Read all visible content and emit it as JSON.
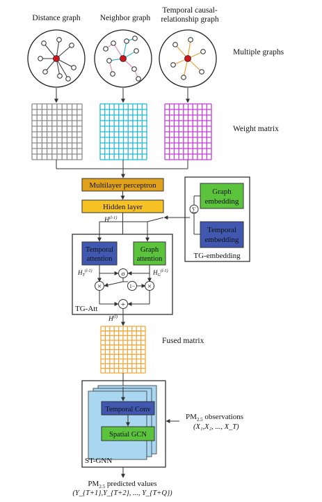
{
  "graphs": {
    "distance_title": "Distance graph",
    "neighbor_title": "Neighbor graph",
    "temporal_title_line1": "Temporal causal-",
    "temporal_title_line2": "relationship graph",
    "multiple_label": "Multiple graphs"
  },
  "matrices": {
    "weight_label": "Weight matrix",
    "fused_label": "Fused matrix"
  },
  "mlp": {
    "multilayer_label": "Multilayer perceptron",
    "hidden_label": "Hidden layer"
  },
  "tg_embedding": {
    "graph_line1": "Graph",
    "graph_line2": "embedding",
    "temporal_line1": "Temporal",
    "temporal_line2": "embedding",
    "box_label": "TG-embedding"
  },
  "tg_att": {
    "h_input": "H",
    "h_input_sup": "(l-1)",
    "temporal_line1": "Temporal",
    "temporal_line2": "attention",
    "graph_line1": "Graph",
    "graph_line2": "attention",
    "ht_label": "H",
    "ht_sub": "T",
    "ht_sup": "(l-1)",
    "hg_label": "H",
    "hg_sub": "G",
    "hg_sup": "(l-1)",
    "sigma": "σ",
    "one_minus": "1−",
    "times": "×",
    "plus": "+",
    "box_label": "TG-Att",
    "h_output": "H",
    "h_output_sup": "(l)"
  },
  "st_gnn": {
    "temporal_conv": "Temporal Conv",
    "spatial_gcn": "Spatial GCN",
    "box_label": "ST-GNN",
    "obs_line1": "PM",
    "obs_sub": "2.5",
    "obs_line1_rest": " observations",
    "obs_line2": "(X₁,X₂, ..., X_T)"
  },
  "output": {
    "pred_line1": "PM",
    "pred_sub": "2.5",
    "pred_line1_rest": " predicted values",
    "pred_line2": "(Y_{T+1},Y_{T+2}, ..., Y_{T+Q})"
  },
  "colors": {
    "grey_grid": "#8a8a8a",
    "cyan_grid": "#22b8d8",
    "magenta_grid": "#c23cd6",
    "orange_grid": "#f5a63a",
    "mlp_fill": "#e0a21a",
    "hidden_fill": "#f7c226",
    "green_fill": "#5cc43c",
    "blue_fill": "#4058b0",
    "st_fill": "#a9d7f2",
    "center_node": "#d0141c",
    "edge_cyan": "#39b8d6",
    "edge_pink": "#e58fb5",
    "edge_orange": "#f0a038"
  }
}
